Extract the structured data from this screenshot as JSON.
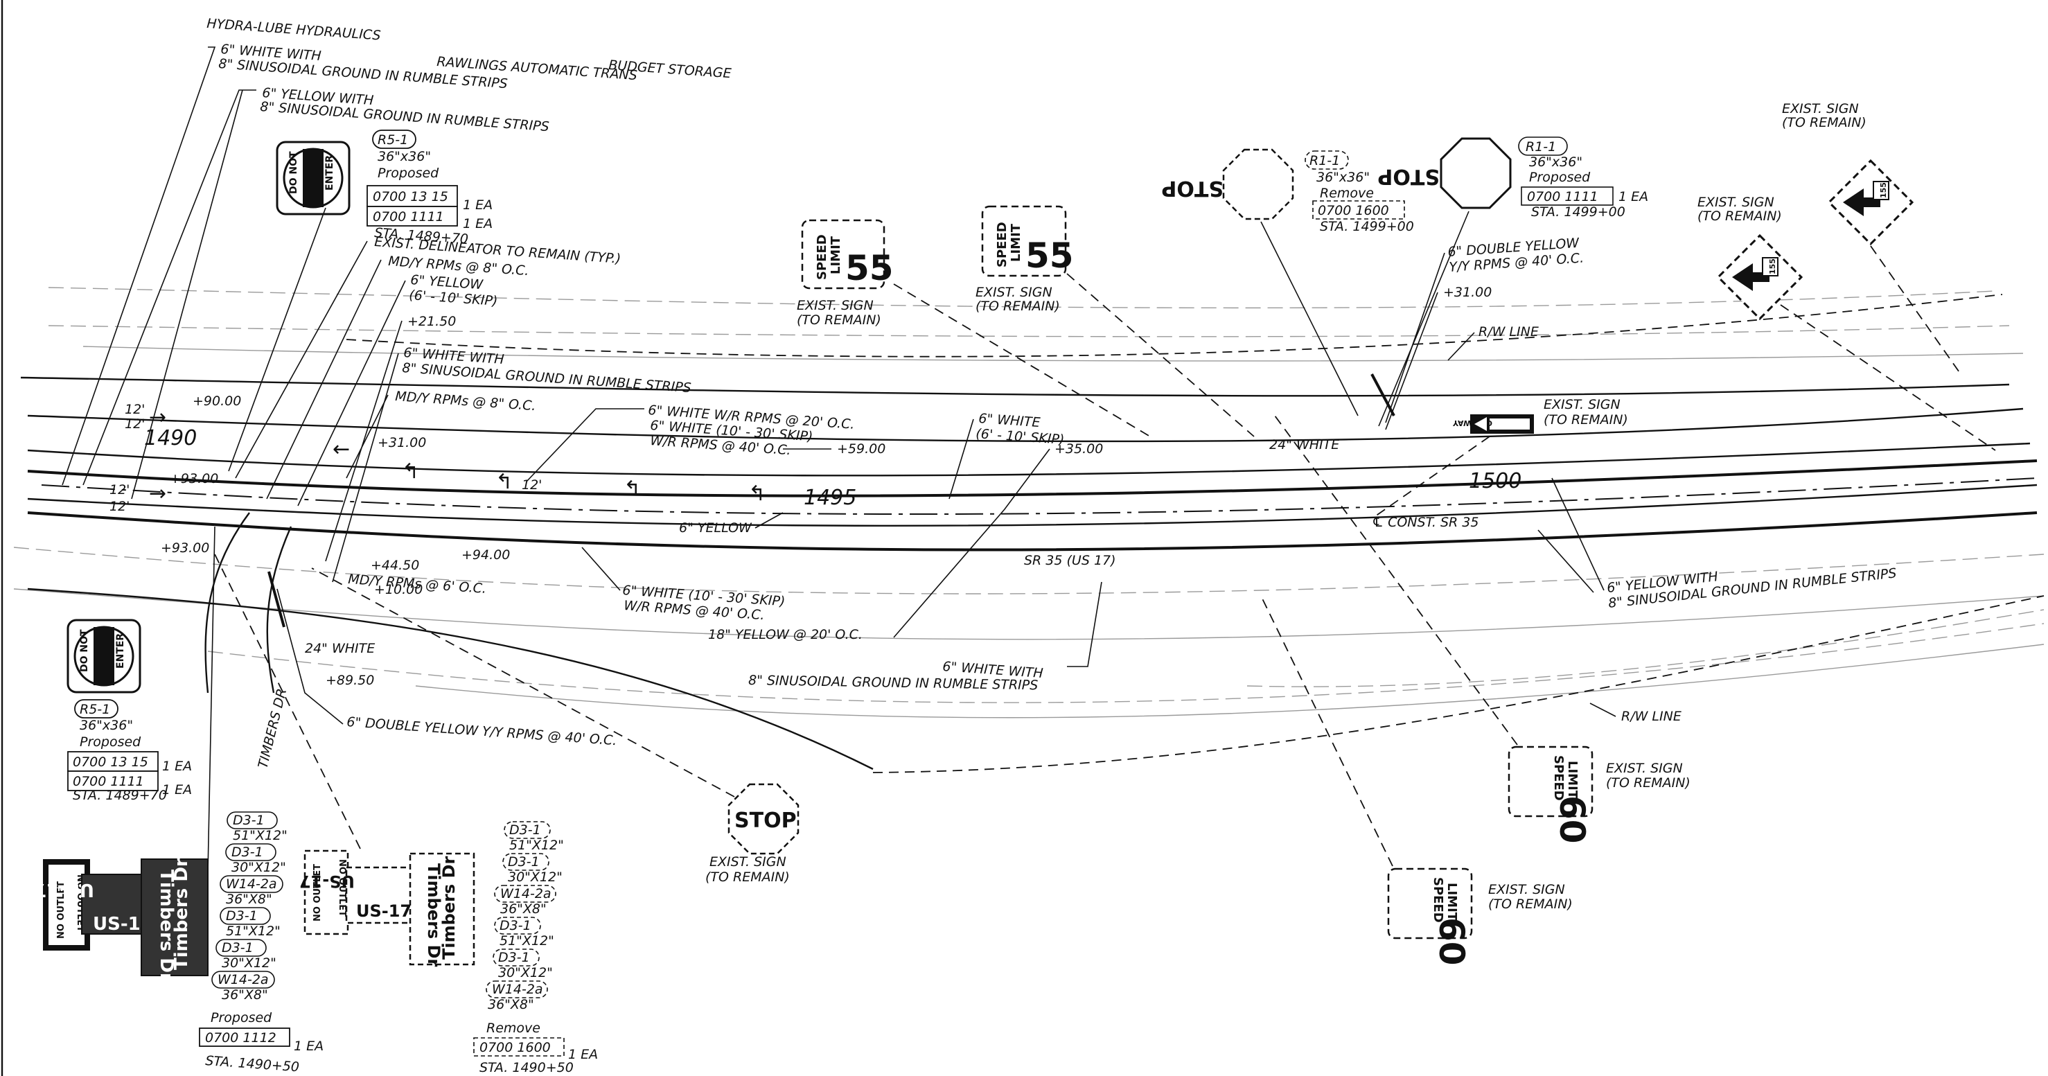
{
  "businesses": {
    "hydra": "HYDRA-LUBE HYDRAULICS",
    "rawlings": "RAWLINGS AUTOMATIC TRANS",
    "budget": "BUDGET STORAGE"
  },
  "notes": {
    "white_rumble_1": "6\" WHITE WITH",
    "white_rumble_2": "8\" SINUSOIDAL GROUND IN RUMBLE STRIPS",
    "yellow_rumble_1": "6\" YELLOW WITH",
    "yellow_rumble_2": "8\" SINUSOIDAL GROUND IN RUMBLE STRIPS",
    "delineator": "EXIST. DELINEATOR TO REMAIN (TYP.)",
    "mdy_rpm_8": "MD/Y RPMs @ 8\" O.C.",
    "yellow_skip_1": "6\" YELLOW",
    "yellow_skip_2": "(6' - 10' SKIP)",
    "white_with_1": "6\" WHITE WITH",
    "white_with_2": "8\" SINUSOIDAL GROUND IN RUMBLE STRIPS",
    "mdy_rpm_8b": "MD/Y RPMs @ 8\" O.C.",
    "white_wr_1": "6\" WHITE W/R RPMS @ 20' O.C.",
    "white_wr_2": "6\" WHITE (10' - 30' SKIP)",
    "white_wr_3": "W/R RPMS @ 40' O.C.",
    "white_skip_1": "6\" WHITE",
    "white_skip_2": "(6' - 10' SKIP)",
    "yellow_6": "6\" YELLOW",
    "white_skip30_1": "6\" WHITE (10' - 30' SKIP)",
    "white_skip30_2": "W/R RPMS @ 40' O.C.",
    "yellow_18": "18\" YELLOW @ 20' O.C.",
    "white_rumble_b1": "6\" WHITE WITH",
    "white_rumble_b2": "8\" SINUSOIDAL GROUND IN RUMBLE STRIPS",
    "mdy_rpm_6": "MD/Y RPMs @ 6' O.C.",
    "white_24_a": "24\" WHITE",
    "white_24_b": "24\" WHITE",
    "dbl_yellow_a": "6\" DOUBLE YELLOW Y/Y RPMS @ 40' O.C.",
    "dbl_yellow_b1": "6\" DOUBLE YELLOW",
    "dbl_yellow_b2": "Y/Y RPMS @ 40' O.C.",
    "rw_line_a": "R/W LINE",
    "rw_line_b": "R/W LINE",
    "yellow_rumble_r1": "6\" YELLOW WITH",
    "yellow_rumble_r2": "8\" SINUSOIDAL GROUND IN RUMBLE STRIPS",
    "const_sr35": "℄ CONST. SR 35",
    "sr35": "SR 35 (US 17)",
    "timbers_dr": "TIMBERS DR"
  },
  "stations": {
    "s1490": "1490",
    "s1495": "1495",
    "s1500": "1500",
    "p90": "+90.00",
    "p93a": "+93.00",
    "p93b": "+93.00",
    "p2150": "+21.50",
    "p3100a": "+31.00",
    "p3100b": "+31.00",
    "p5900": "+59.00",
    "p3500": "+35.00",
    "p9400": "+94.00",
    "p4450": "+44.50",
    "p1000": "+10.00",
    "p8950": "+89.50",
    "w12a": "12'",
    "w12b": "12'",
    "w12c": "12'",
    "w12d": "12'",
    "w12e": "12'"
  },
  "sign_r5_top": {
    "id": "R5-1",
    "size": "36\"x36\"",
    "status": "Proposed",
    "item1": "0700 13 15",
    "qty1": "1 EA",
    "item2": "0700 1111",
    "qty2": "1 EA",
    "sta": "STA. 1489+70",
    "face_1": "DO NOT",
    "face_2": "ENTER"
  },
  "sign_r5_bottom": {
    "id": "R5-1",
    "size": "36\"x36\"",
    "status": "Proposed",
    "item1": "0700 13 15",
    "qty1": "1 EA",
    "item2": "0700 1111",
    "qty2": "1 EA",
    "sta": "STA. 1489+70",
    "face_1": "DO NOT",
    "face_2": "ENTER"
  },
  "sign_r1_remove": {
    "id": "R1-1",
    "size": "36\"x36\"",
    "status": "Remove",
    "item1": "0700 1600",
    "sta": "STA. 1499+00",
    "face": "STOP"
  },
  "sign_r1_proposed": {
    "id": "R1-1",
    "size": "36\"x36\"",
    "status": "Proposed",
    "item1": "0700 1111",
    "qty1": "1 EA",
    "sta": "STA. 1499+00",
    "face": "STOP"
  },
  "exist_signs": {
    "label_1": "EXIST. SIGN",
    "label_2": "(TO REMAIN)",
    "speed_word_1": "SPEED",
    "speed_word_2": "LIMIT",
    "speed_55": "55",
    "speed_60": "60",
    "stop": "STOP",
    "one_way": "ONE WAY",
    "route": "155",
    "bottom_1": "EXIST. SIGN",
    "bottom_2": "(TO REMAIN)"
  },
  "guide_proposed": {
    "no_outlet": "NO OUTLET",
    "us17": "US-17",
    "timbers": "Timbers Dr",
    "codes": [
      "D3-1",
      "51\"X12\"",
      "D3-1",
      "30\"X12\"",
      "W14-2a",
      "36\"X8\"",
      "D3-1",
      "51\"X12\"",
      "D3-1",
      "30\"X12\"",
      "W14-2a",
      "36\"X8\""
    ],
    "status": "Proposed",
    "item": "0700 1112",
    "qty": "1 EA",
    "sta": "STA. 1490+50"
  },
  "guide_remove": {
    "no_outlet": "NO OUTLET",
    "us17": "US-17",
    "timbers": "Timbers Dr",
    "codes": [
      "D3-1",
      "51\"X12\"",
      "D3-1",
      "30\"X12\"",
      "W14-2a",
      "36\"X8\"",
      "D3-1",
      "51\"X12\"",
      "D3-1",
      "30\"X12\"",
      "W14-2a",
      "36\"X8\""
    ],
    "status": "Remove",
    "item": "0700 1600",
    "qty": "1 EA",
    "sta": "STA. 1490+50"
  }
}
